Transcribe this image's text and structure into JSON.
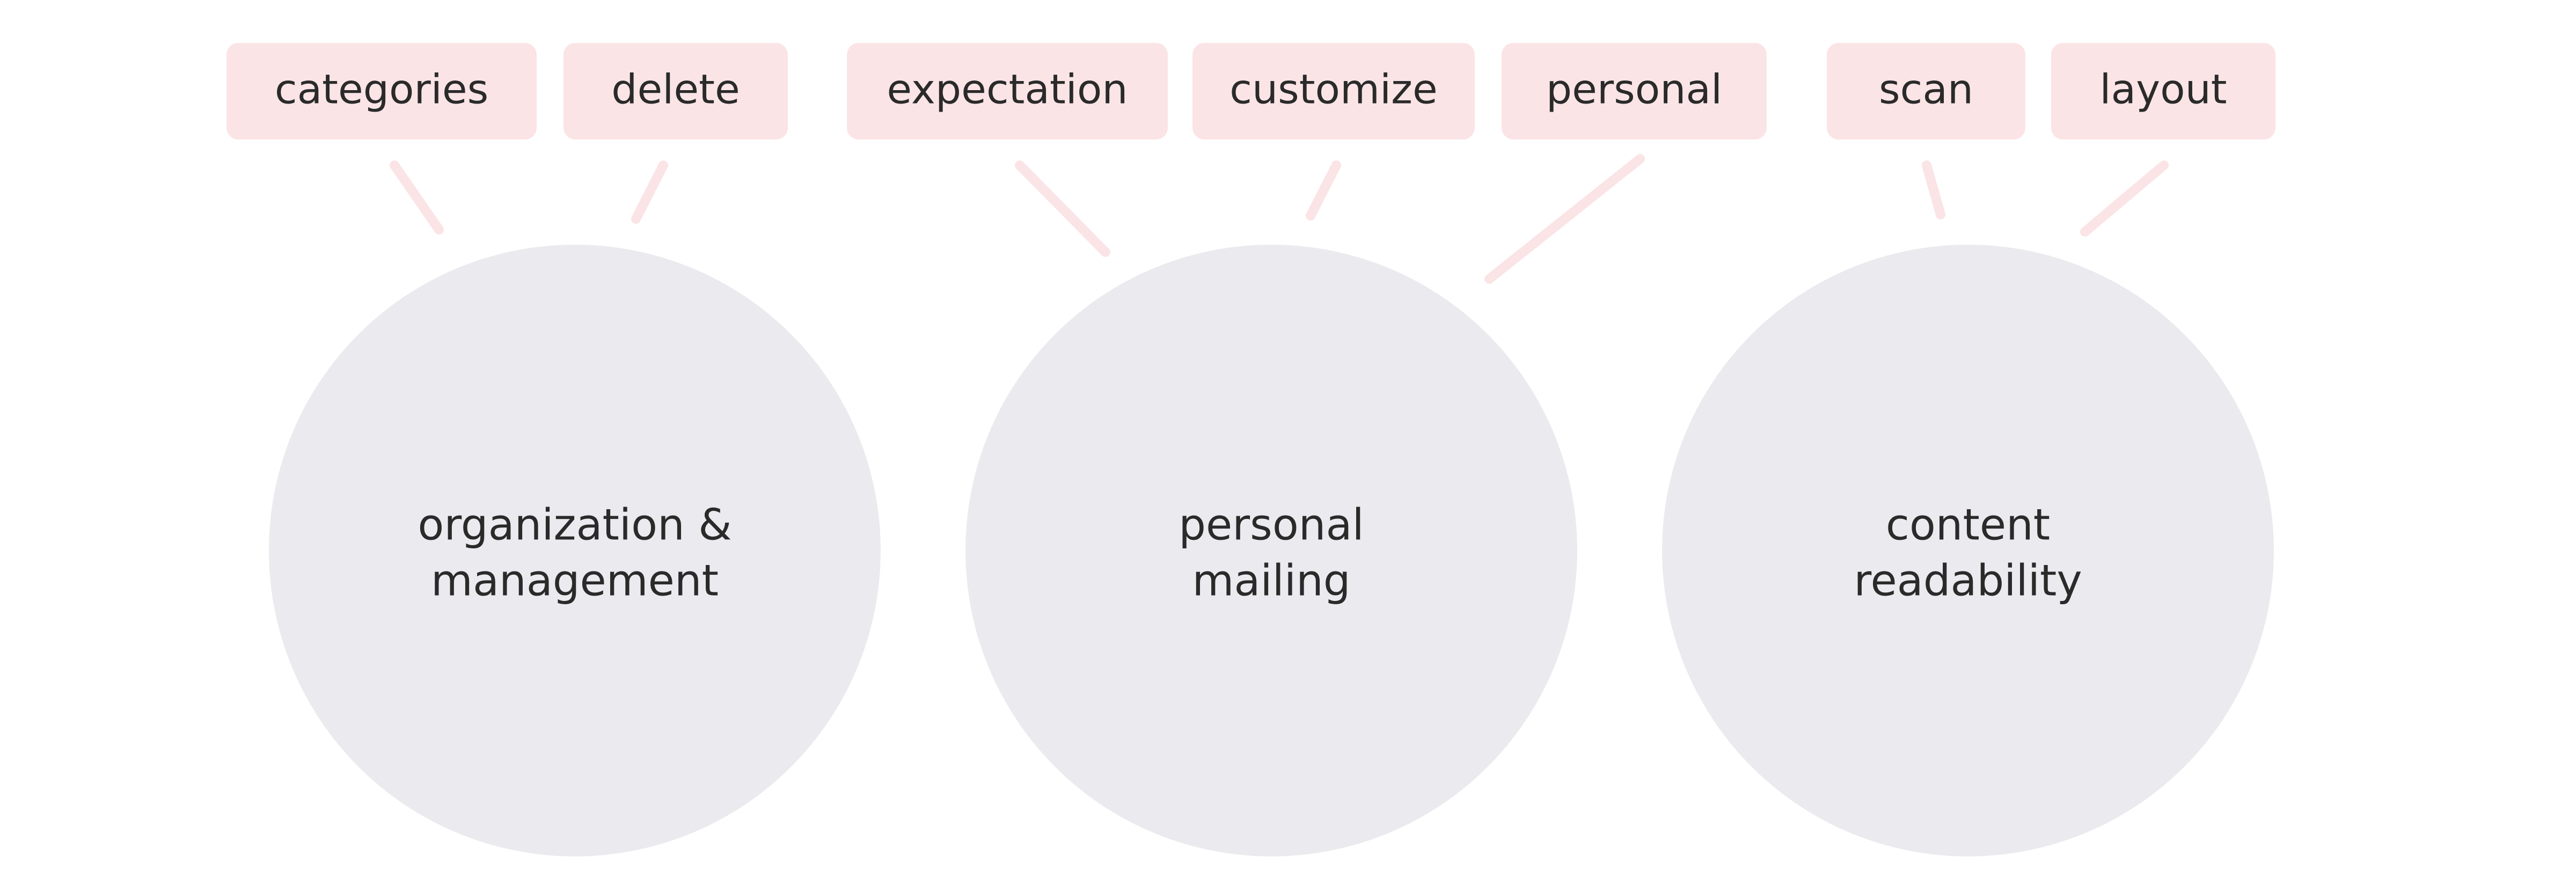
{
  "colors": {
    "tag_fill": "#fbe4e6",
    "line_color": "#fbe4e6",
    "circle_fill": "#ebeaee",
    "text_color": "#2a2a2a",
    "background": "#ffffff"
  },
  "topics": [
    {
      "lines": [
        "organization &",
        "management"
      ],
      "tags": [
        "categories",
        "delete"
      ]
    },
    {
      "lines": [
        "personal",
        "mailing"
      ],
      "tags": [
        "expectation",
        "customize",
        "personal"
      ]
    },
    {
      "lines": [
        "content",
        "readability"
      ],
      "tags": [
        "scan",
        "layout"
      ]
    }
  ]
}
